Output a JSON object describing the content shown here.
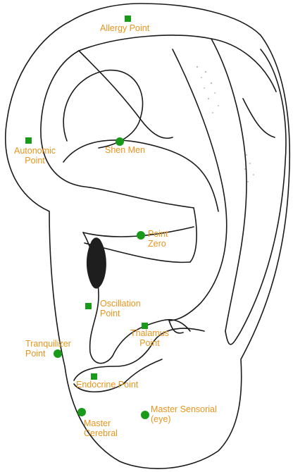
{
  "colors": {
    "outline": "#1a1a1a",
    "label_text": "#e8941c",
    "marker": "#1a9a1a"
  },
  "points": {
    "allergy": {
      "label": "Allergy Point",
      "marker": "square"
    },
    "autonomic": {
      "label": "Autonomic\nPoint",
      "marker": "square"
    },
    "shen_men": {
      "label": "Shen Men",
      "marker": "circle"
    },
    "point_zero": {
      "label": "Point\nZero",
      "marker": "circle"
    },
    "oscillation": {
      "label": "Oscillation\nPoint",
      "marker": "square"
    },
    "thalamus": {
      "label": "Thalamus\nPoint",
      "marker": "square"
    },
    "tranquilizer": {
      "label": "Tranquilizer\nPoint",
      "marker": "circle"
    },
    "endocrine": {
      "label": "Endocrine Point",
      "marker": "square"
    },
    "master_cerebral": {
      "label": "Master\nCerebral",
      "marker": "circle"
    },
    "master_sensorial": {
      "label": "Master Sensorial\n(eye)",
      "marker": "circle"
    }
  }
}
